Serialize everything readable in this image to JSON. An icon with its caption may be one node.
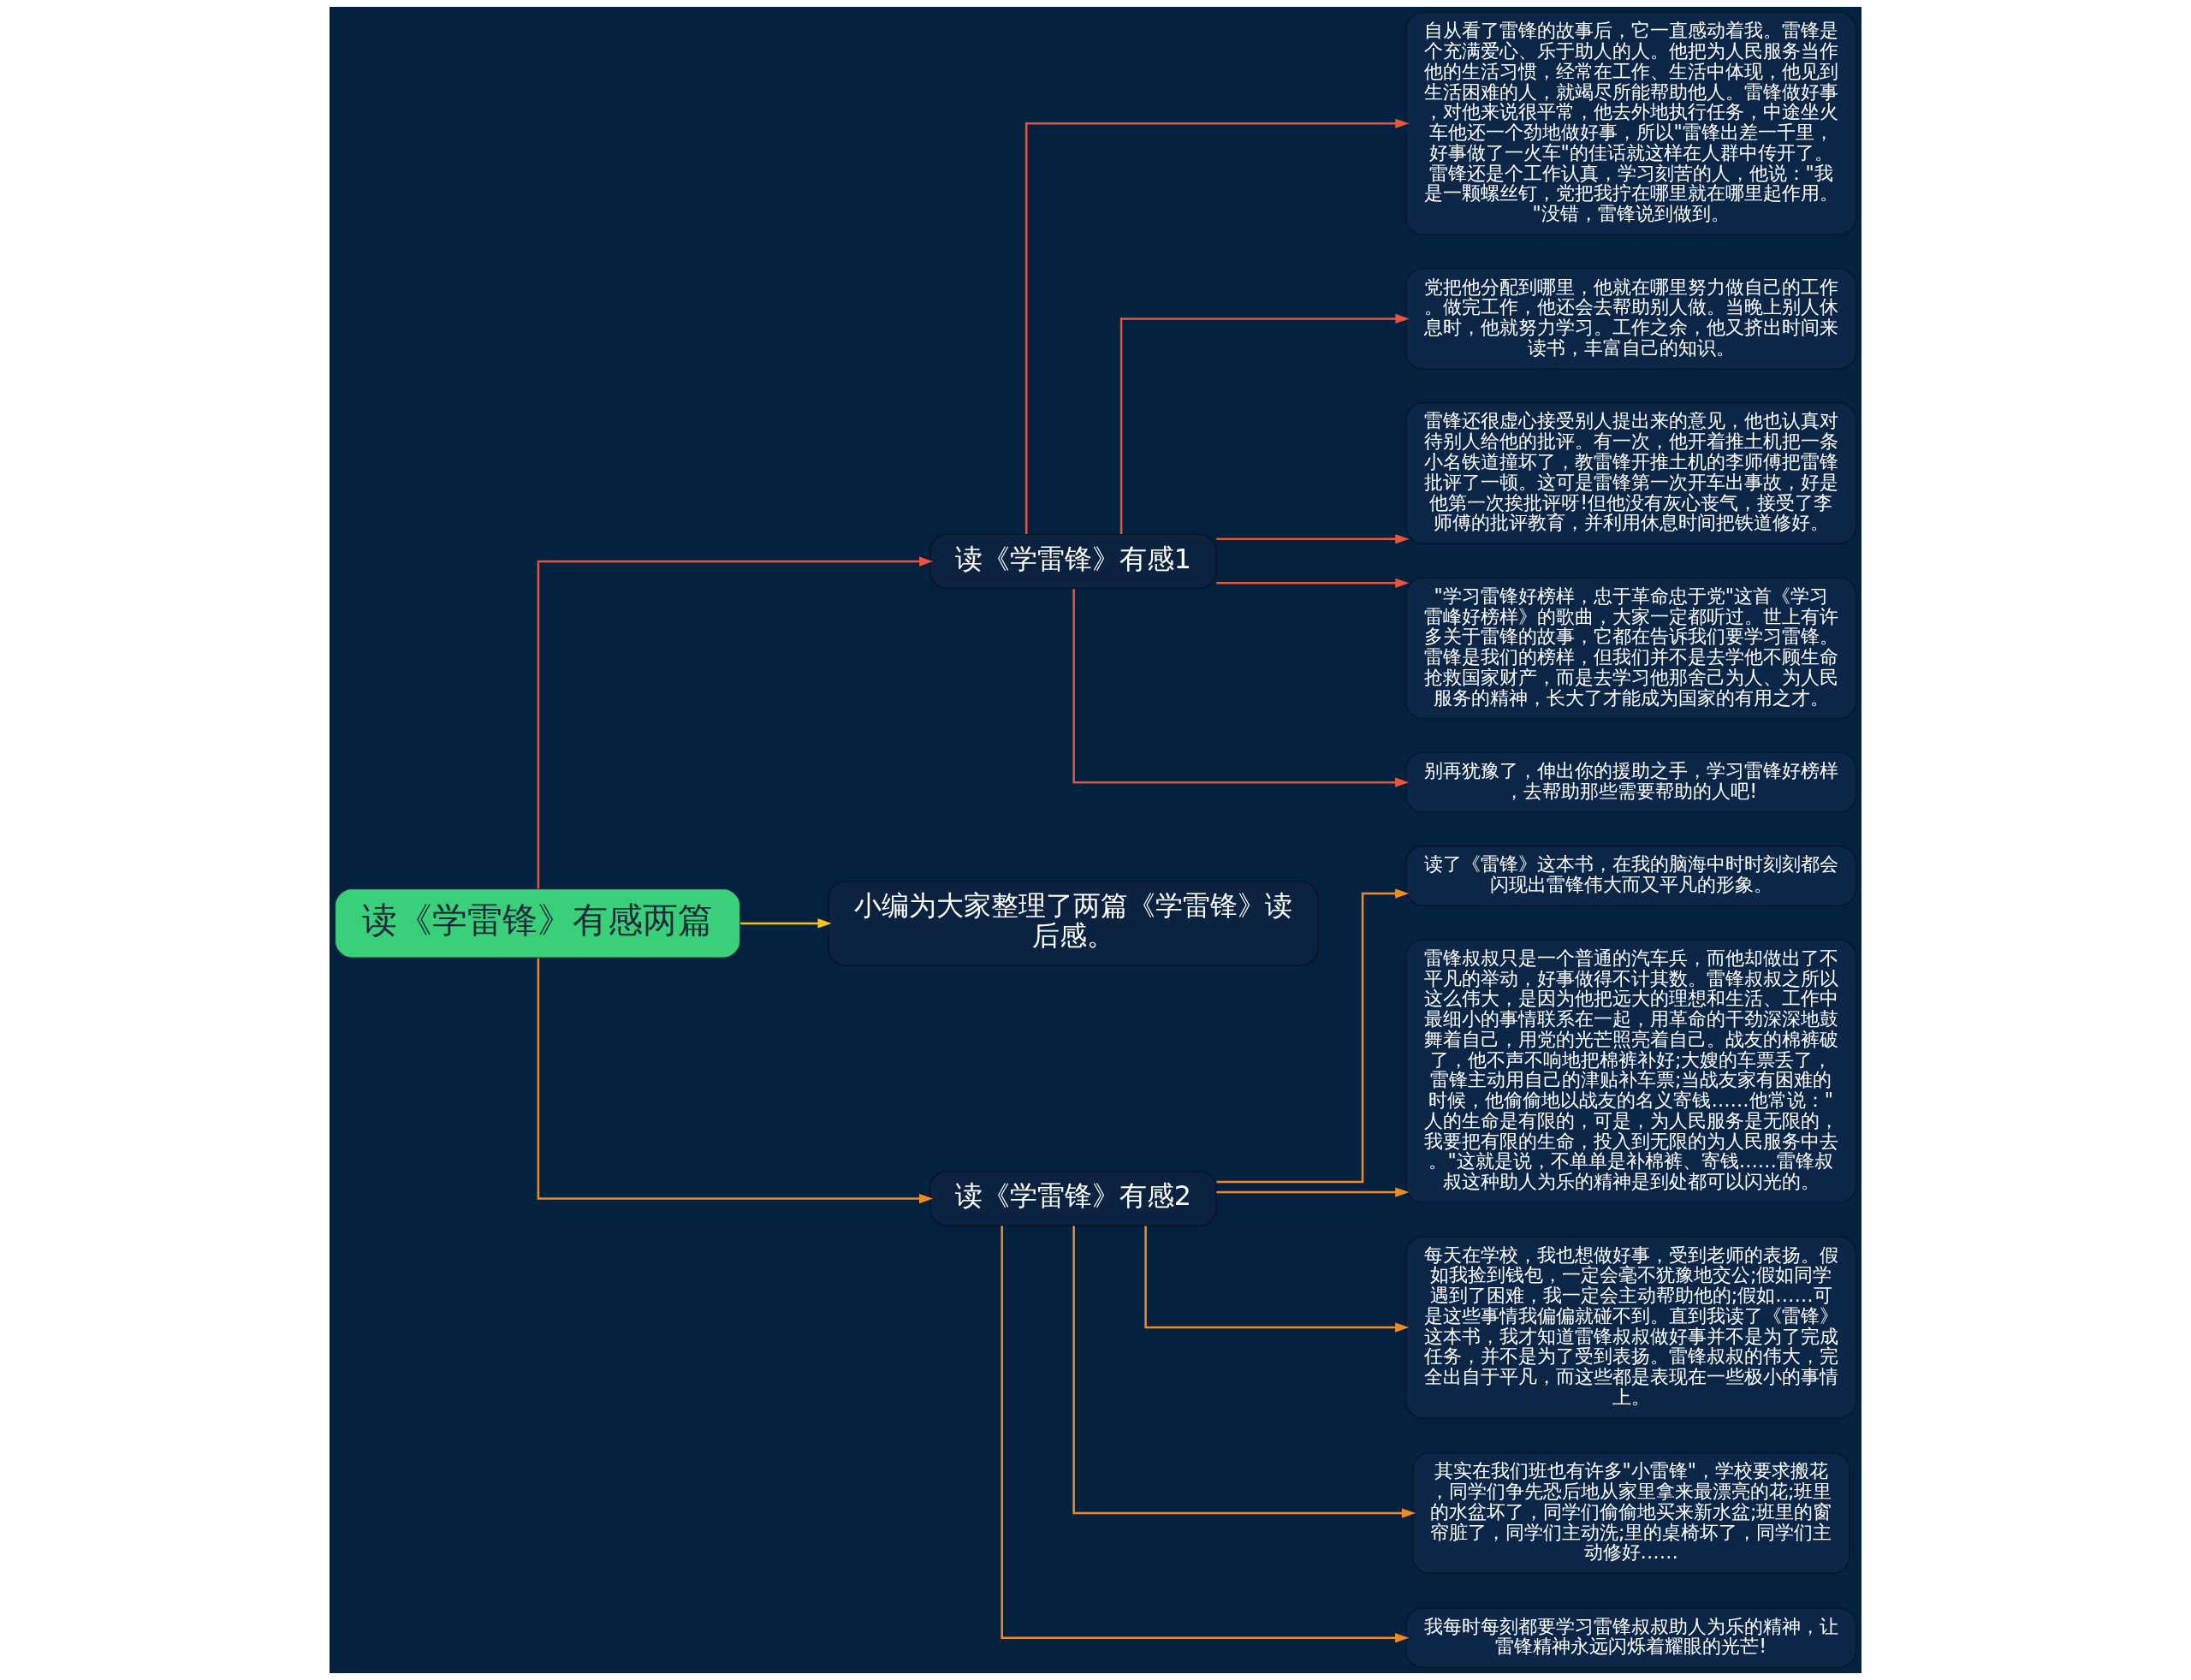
{
  "diagram": {
    "nodes": [
      {
        "text": [
          "读《学雷锋》有感两篇"
        ]
      },
      {
        "text": [
          "读《学雷锋》有感1"
        ]
      },
      {
        "text": [
          "自从看了雷锋的故事后，它一直感动着我。雷锋是个充满爱心、乐于助人的人。他把为人民服务当作他的生活习惯，经常在工作、生活中体现，他见到生活困难的人，就竭尽所能帮助他人。雷锋做好事，对他来说很平常，他去外地执行任务，中途坐火车他还一个劲地做好事，所以\"雷锋出差一千里，好事做了一火车\"的佳话就这样在人群中传开了。雷锋还是个工作认真，学习刻苦的人，他说：\"我是一颗螺丝钉，党把我拧在哪里就在哪里起作用。\"没错，雷锋说到做到。"
        ]
      },
      {
        "text": [
          "党把他分配到哪里，他就在哪里努力做自己的工作。做完工作，他还会去帮助别人做。当晚上别人休息时，他就努力学习。工作之余，他又挤出时间来读书，丰富自己的知识。"
        ]
      },
      {
        "text": [
          "雷锋还很虚心接受别人提出来的意见，他也认真对待别人给他的批评。有一次，他开着推土机把一条小名铁道撞坏了，教雷锋开推土机的李师傅把雷锋批评了一顿。这可是雷锋第一次开车出事故，好是他第一次挨批评呀!但他没有灰心丧气，接受了李师傅的批评教育，并利用休息时间把铁道修好。"
        ]
      },
      {
        "text": [
          "\"学习雷锋好榜样，忠于革命忠于党\"这首《学习雷峰好榜样》的歌曲，大家一定都听过。世上有许多关于雷锋的故事，它都在告诉我们要学习雷锋。雷锋是我们的榜样，但我们并不是去学他不顾生命抢救国家财产，而是去学习他那舍己为人、为人民服务的精神，长大了才能成为国家的有用之才。"
        ]
      },
      {
        "text": [
          "别再犹豫了，伸出你的援助之手，学习雷锋好榜样，去帮助那些需要帮助的人吧!"
        ]
      },
      {
        "text": [
          "小编为大家整理了两篇《学雷锋》读后感。"
        ]
      },
      {
        "text": [
          "读《学雷锋》有感2"
        ]
      },
      {
        "text": [
          "读了《雷锋》这本书，在我的脑海中时时刻刻都会闪现出雷锋伟大而又平凡的形象。"
        ]
      },
      {
        "text": [
          "雷锋叔叔只是一个普通的汽车兵，而他却做出了不平凡的举动，好事做得不计其数。雷锋叔叔之所以这么伟大，是因为他把远大的理想和生活、工作中最细小的事情联系在一起，用革命的干劲深深地鼓舞着自己，用党的光芒照亮着自己。战友的棉裤破了，他不声不响地把棉裤补好;大嫂的车票丢了，雷锋主动用自己的津贴补车票;当战友家有困难的时候，他偷偷地以战友的名义寄钱……他常说：\"人的生命是有限的，可是，为人民服务是无限的，我要把有限的生命，投入到无限的为人民服务中去。\"这就是说，不单单是补棉裤、寄钱……雷锋叔叔这种助人为乐的精神是到处都可以闪光的。"
        ]
      },
      {
        "text": [
          "每天在学校，我也想做好事，受到老师的表扬。假如我捡到钱包，一定会毫不犹豫地交公;假如同学遇到了困难，我一定会主动帮助他的;假如……可是这些事情我偏偏就碰不到。直到我读了《雷锋》这本书，我才知道雷锋叔叔做好事并不是为了完成任务，并不是为了受到表扬。雷锋叔叔的伟大，完全出自于平凡，而这些都是表现在一些极小的事情上。"
        ]
      },
      {
        "text": [
          "其实在我们班也有许多\"小雷锋\"，学校要求搬花，同学们争先恐后地从家里拿来最漂亮的花;班里的水盆坏了，同学们偷偷地买来新水盆;班里的窗帘脏了，同学们主动洗;里的桌椅坏了，同学们主动修好……"
        ]
      },
      {
        "text": [
          "我每时每刻都要学习雷锋叔叔助人为乐的精神，让雷锋精神永远闪烁着耀眼的光芒!"
        ]
      }
    ],
    "edges": [
      {
        "from": 0,
        "to": 1,
        "arrow": "to",
        "color": "#e8553e"
      },
      {
        "from": 1,
        "to": 2,
        "arrow": "to",
        "color": "#e8553e"
      },
      {
        "from": 1,
        "to": 3,
        "arrow": "to",
        "color": "#e8553e"
      },
      {
        "from": 1,
        "to": 4,
        "arrow": "to",
        "color": "#e8553e"
      },
      {
        "from": 1,
        "to": 5,
        "arrow": "to",
        "color": "#e8553e"
      },
      {
        "from": 1,
        "to": 6,
        "arrow": "to",
        "color": "#e8553e"
      },
      {
        "from": 0,
        "to": 7,
        "arrow": "to",
        "color": "#f5c518"
      },
      {
        "from": 0,
        "to": 8,
        "arrow": "to",
        "color": "#f08a24"
      },
      {
        "from": 8,
        "to": 9,
        "arrow": "to",
        "color": "#f08a24"
      },
      {
        "from": 8,
        "to": 10,
        "arrow": "to",
        "color": "#f08a24"
      },
      {
        "from": 8,
        "to": 11,
        "arrow": "to",
        "color": "#f08a24"
      },
      {
        "from": 8,
        "to": 12,
        "arrow": "to",
        "color": "#f08a24"
      },
      {
        "from": 8,
        "to": 13,
        "arrow": "to",
        "color": "#f08a24"
      }
    ]
  }
}
